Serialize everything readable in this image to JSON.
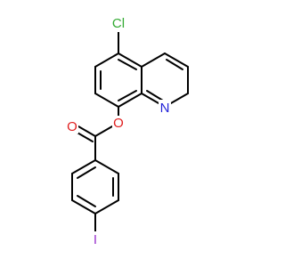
{
  "structure": {
    "atoms": [
      {
        "key": "cl",
        "symbol": "Cl",
        "color": "#33aa33"
      },
      {
        "key": "n",
        "symbol": "N",
        "color": "#2323d8"
      },
      {
        "key": "o_ester",
        "symbol": "O",
        "color": "#e01f1f"
      },
      {
        "key": "o_carbonyl",
        "symbol": "O",
        "color": "#e01f1f"
      },
      {
        "key": "i",
        "symbol": "I",
        "color": "#9933cc"
      }
    ],
    "bond_color": "#000000"
  }
}
